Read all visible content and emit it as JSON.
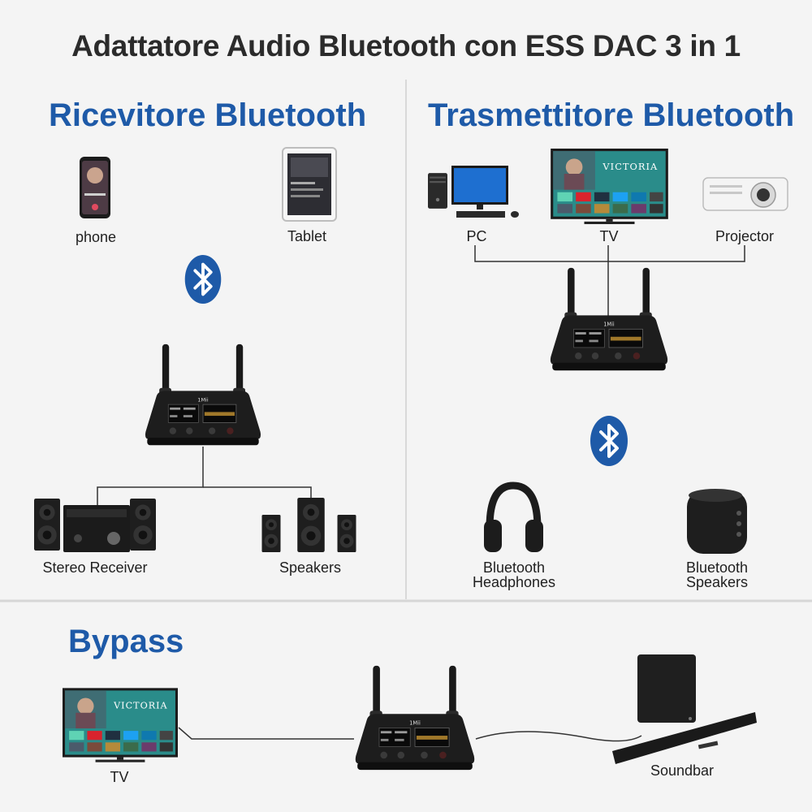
{
  "title": "Adattatore Audio Bluetooth con ESS DAC 3 in 1",
  "brand_colors": {
    "heading": "#1e5aa8",
    "bluetooth_badge": "#1e5aa8",
    "device": "#1a1a1a"
  },
  "device_brand": "1Mii",
  "tv_show": "VICTORIA",
  "receiver": {
    "heading": "Ricevitore Bluetooth",
    "sources": {
      "phone": "phone",
      "tablet": "Tablet"
    },
    "outputs": {
      "stereo": "Stereo Receiver",
      "speakers": "Speakers"
    }
  },
  "transmitter": {
    "heading": "Trasmettitore Bluetooth",
    "sources": {
      "pc": "PC",
      "tv": "TV",
      "projector": "Projector"
    },
    "outputs": {
      "headphones_line1": "Bluetooth",
      "headphones_line2": "Headphones",
      "speakers_line1": "Bluetooth",
      "speakers_line2": "Speakers"
    }
  },
  "bypass": {
    "heading": "Bypass",
    "tv": "TV",
    "soundbar": "Soundbar"
  }
}
